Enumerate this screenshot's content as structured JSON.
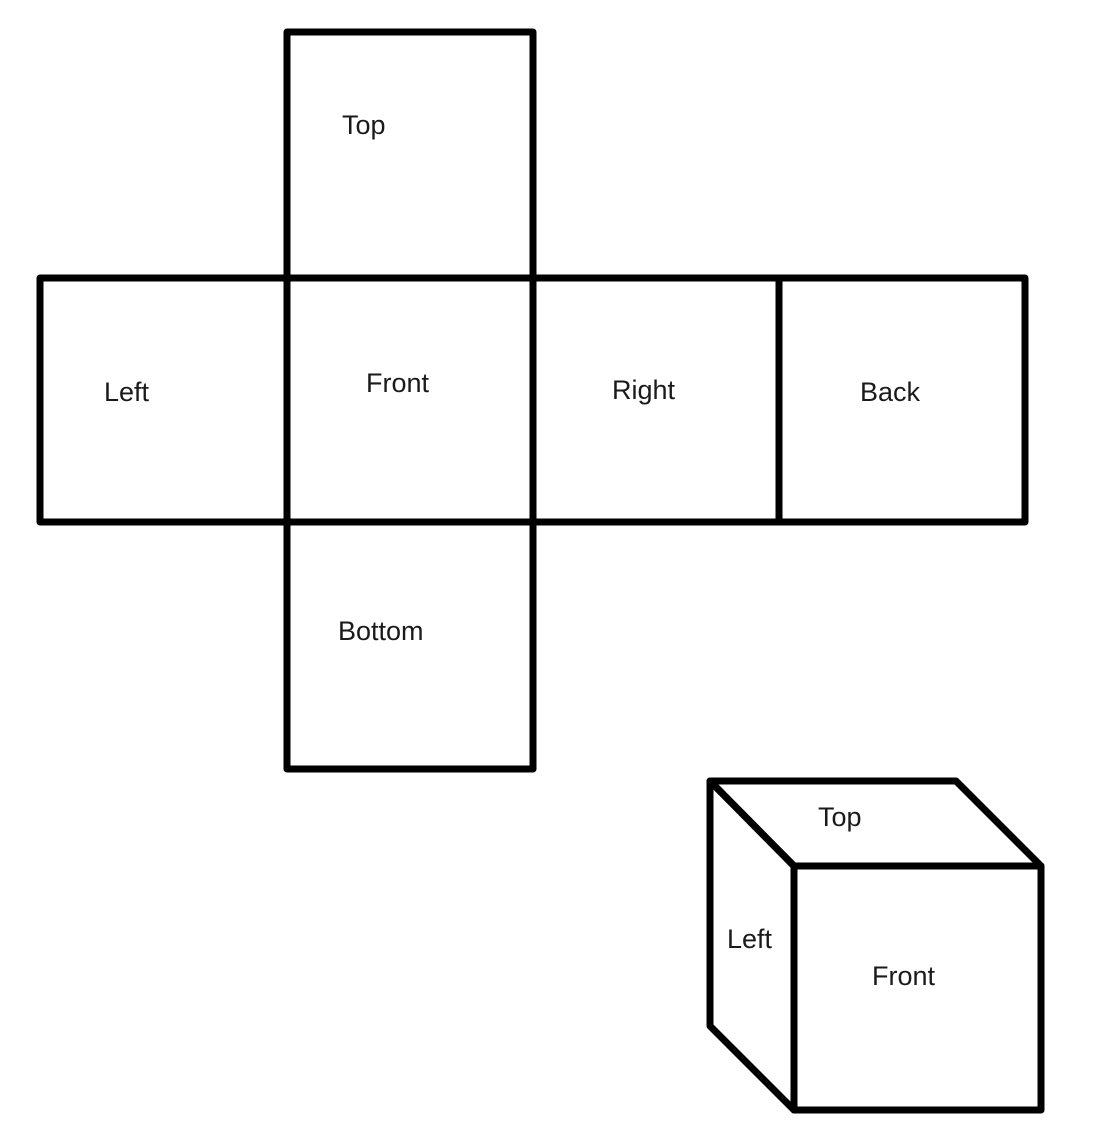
{
  "net": {
    "top": "Top",
    "left": "Left",
    "front": "Front",
    "right": "Right",
    "back": "Back",
    "bottom": "Bottom"
  },
  "cube": {
    "top": "Top",
    "left": "Left",
    "front": "Front"
  }
}
